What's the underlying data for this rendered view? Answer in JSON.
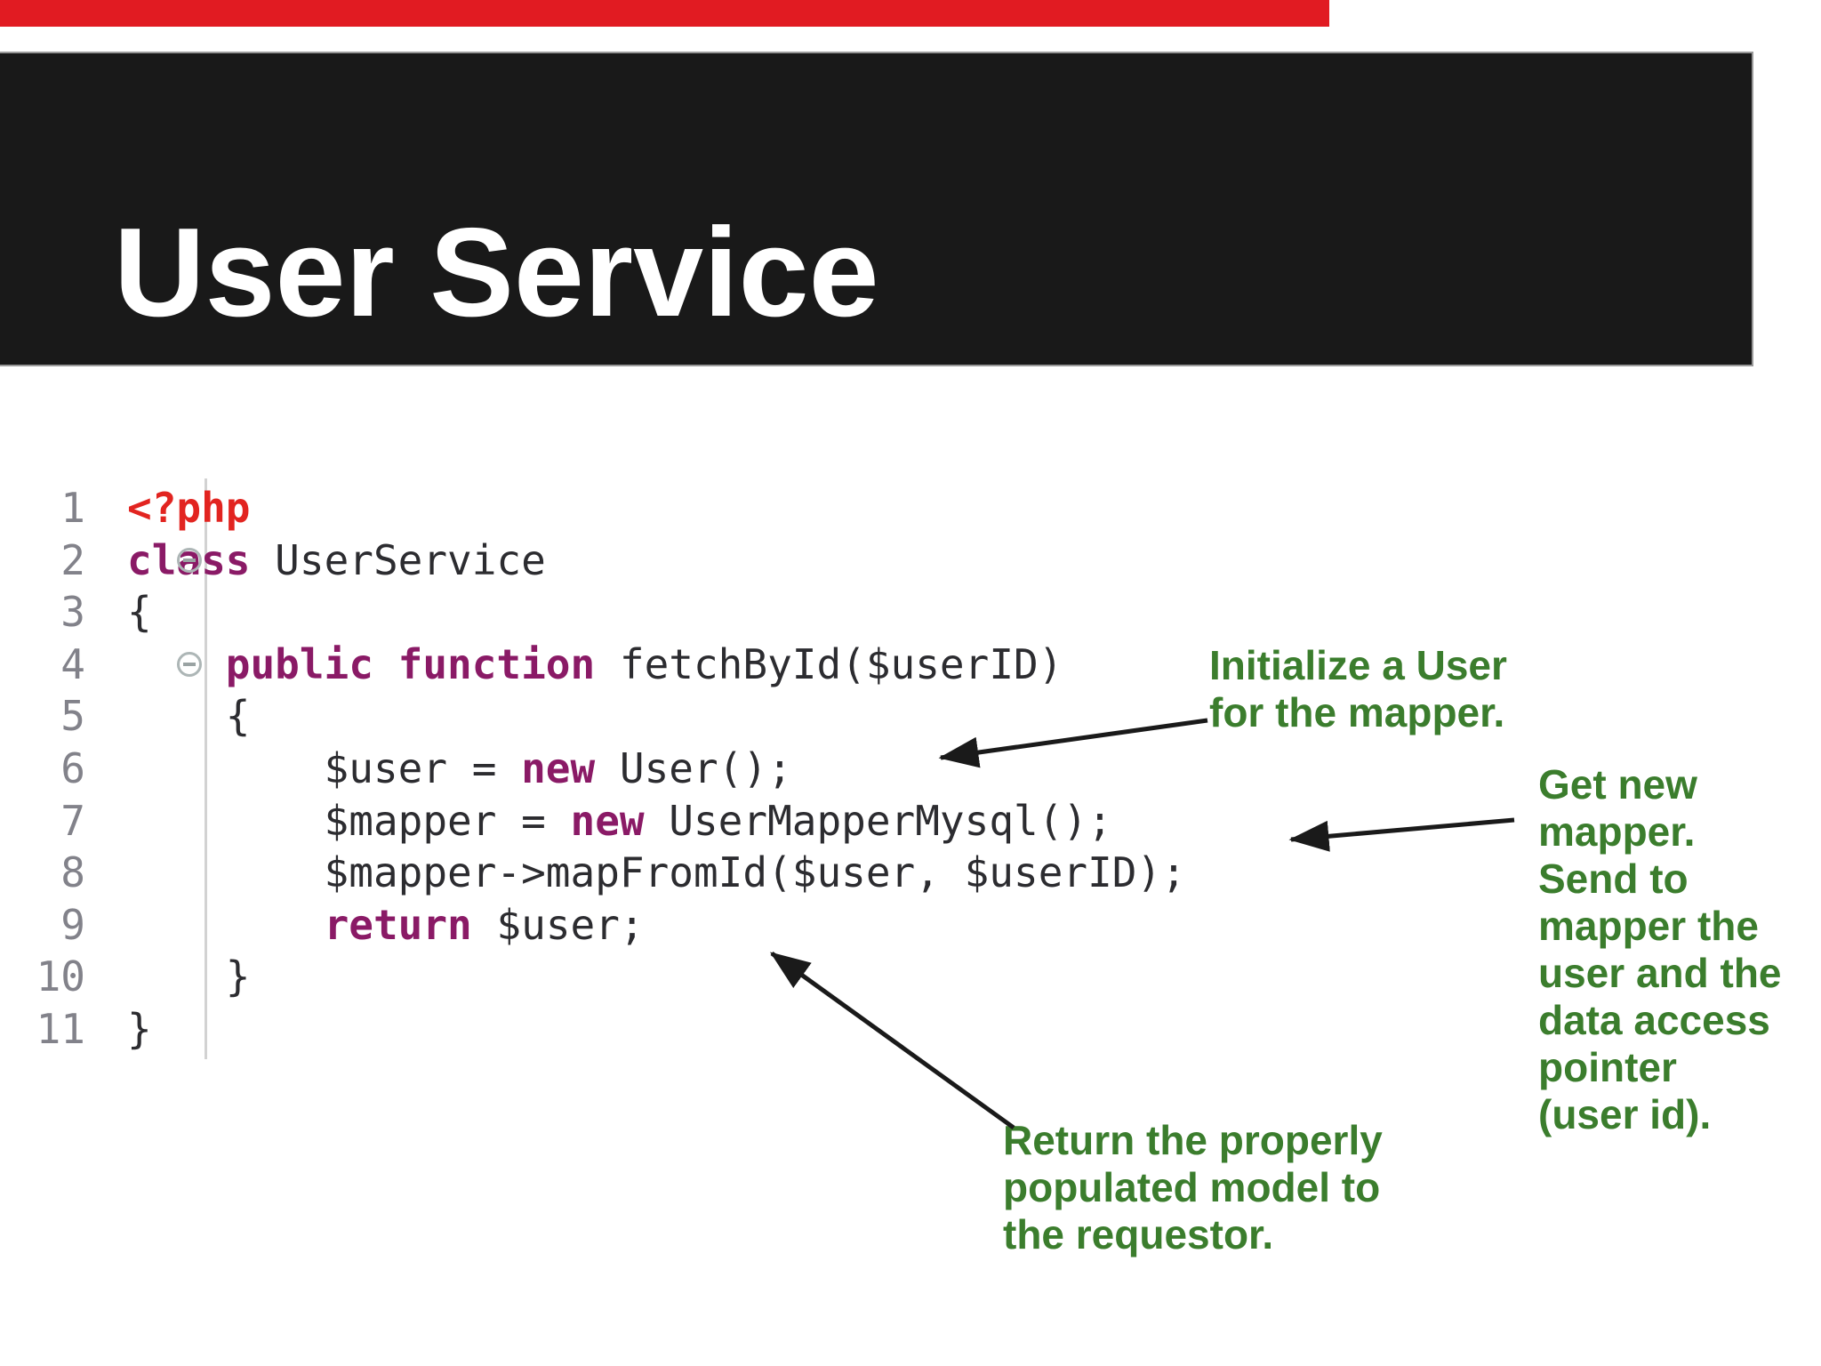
{
  "slide": {
    "title": "User Service",
    "colors": {
      "progress_red": "#e11b22",
      "band_black": "#191919",
      "band_border_gray": "#999999",
      "title_white": "#ffffff",
      "keyword_purple": "#8a1a66",
      "php_tag_red": "#e22420",
      "code_dark": "#2c2c30",
      "line_number_gray": "#82828a",
      "annotation_green": "#3b7d2d",
      "arrow_black": "#1a1a1a"
    }
  },
  "code_editor": {
    "lines": [
      {
        "num": "1",
        "fold": false,
        "tokens": [
          {
            "text": "<?php",
            "type": "php"
          }
        ]
      },
      {
        "num": "2",
        "fold": true,
        "tokens": [
          {
            "text": "class",
            "type": "kw"
          },
          {
            "text": " UserService",
            "type": "pl"
          }
        ]
      },
      {
        "num": "3",
        "fold": false,
        "tokens": [
          {
            "text": "{",
            "type": "pl"
          }
        ]
      },
      {
        "num": "4",
        "fold": true,
        "tokens": [
          {
            "text": "    ",
            "type": "pl"
          },
          {
            "text": "public function",
            "type": "kw"
          },
          {
            "text": " fetchById($userID)",
            "type": "pl"
          }
        ]
      },
      {
        "num": "5",
        "fold": false,
        "tokens": [
          {
            "text": "    {",
            "type": "pl"
          }
        ]
      },
      {
        "num": "6",
        "fold": false,
        "tokens": [
          {
            "text": "        $user = ",
            "type": "pl"
          },
          {
            "text": "new",
            "type": "kw"
          },
          {
            "text": " User();",
            "type": "pl"
          }
        ]
      },
      {
        "num": "7",
        "fold": false,
        "tokens": [
          {
            "text": "        $mapper = ",
            "type": "pl"
          },
          {
            "text": "new",
            "type": "kw"
          },
          {
            "text": " UserMapperMysql();",
            "type": "pl"
          }
        ]
      },
      {
        "num": "8",
        "fold": false,
        "tokens": [
          {
            "text": "        $mapper->mapFromId($user, $userID);",
            "type": "pl"
          }
        ]
      },
      {
        "num": "9",
        "fold": false,
        "tokens": [
          {
            "text": "        ",
            "type": "pl"
          },
          {
            "text": "return",
            "type": "kw"
          },
          {
            "text": " $user;",
            "type": "pl"
          }
        ]
      },
      {
        "num": "10",
        "fold": false,
        "tokens": [
          {
            "text": "    }",
            "type": "pl"
          }
        ]
      },
      {
        "num": "11",
        "fold": false,
        "tokens": [
          {
            "text": "}",
            "type": "pl"
          }
        ]
      }
    ]
  },
  "annotations": [
    {
      "id": "initialize-user",
      "text": "Initialize a User\nfor the mapper."
    },
    {
      "id": "get-new-mapper",
      "text": "Get new\nmapper.\nSend to\nmapper the\nuser and the\ndata access\npointer\n(user id)."
    },
    {
      "id": "return-model",
      "text": "Return the properly\npopulated model to\nthe requestor."
    }
  ]
}
